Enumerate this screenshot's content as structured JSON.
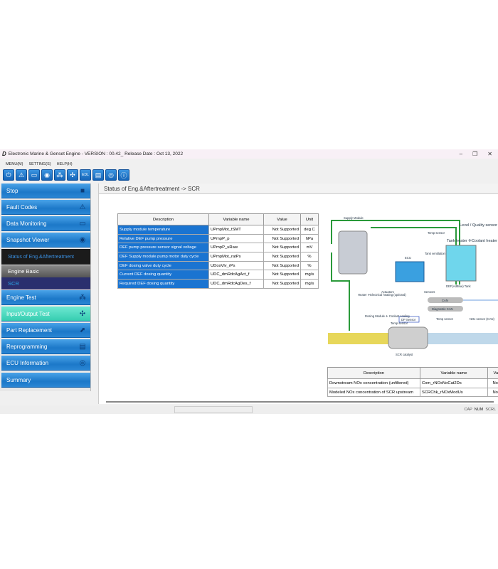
{
  "window": {
    "title": "Electronic Marine & Genset Engine - VERSION : 00.42_ Release Date : Oct 13, 2022",
    "logo": "D",
    "minimize": "–",
    "restore": "❐",
    "close": "✕"
  },
  "menu": [
    "MENU(M)",
    "SETTING(S)",
    "HELP(H)"
  ],
  "toolbar": [
    {
      "icon": "power-icon",
      "g": "⏻"
    },
    {
      "icon": "warning-icon",
      "g": "⚠"
    },
    {
      "icon": "monitor-icon",
      "g": "▭"
    },
    {
      "icon": "camera-icon",
      "g": "◉"
    },
    {
      "icon": "engine-test-icon",
      "g": "⁂"
    },
    {
      "icon": "io-test-icon",
      "g": "✣"
    },
    {
      "icon": "edl-icon",
      "g": "EDL"
    },
    {
      "icon": "file-icon",
      "g": "▤"
    },
    {
      "icon": "ecu-icon",
      "g": "◎"
    },
    {
      "icon": "info-icon",
      "g": "ⓘ"
    }
  ],
  "sidebar": {
    "stop": "Stop",
    "fault_codes": "Fault Codes",
    "data_monitoring": "Data Monitoring",
    "snapshot_viewer": "Snapshot Viewer",
    "status_group": "Status of Eng.&Aftertreatment",
    "engine_basic": "Engine Basic",
    "scr": "SCR",
    "engine_test": "Engine Test",
    "io_test": "Input/Output Test",
    "part_replacement": "Part Replacement",
    "reprogramming": "Reprogramming",
    "ecu_information": "ECU Information",
    "summary": "Summary"
  },
  "content": {
    "header": "Status of Eng.&Aftertreatment -> SCR"
  },
  "table1": {
    "headers": [
      "Description",
      "Variable name",
      "Value",
      "Unit"
    ],
    "rows": [
      [
        "Supply module temperature",
        "UPmpMot_tSMT",
        "Not Supported",
        "deg C"
      ],
      [
        "Relative DEF pump pressure",
        "UPmpP_p",
        "Not Supported",
        "hPa"
      ],
      [
        "DEF pump pressure sensor signal voltage",
        "UPmpP_uRaw",
        "Not Supported",
        "mV"
      ],
      [
        "DEF Supply module pump motor duty cycle",
        "UPmpMot_ratPs",
        "Not Supported",
        "%"
      ],
      [
        "DEF dosing valve duty cycle",
        "UDosVlv_rPs",
        "Not Supported",
        "%"
      ],
      [
        "Current DEF dosing quantity",
        "UDC_dmRdcAgAct_f",
        "Not Supported",
        "mg/s"
      ],
      [
        "Required DEF dosing quantity",
        "UDC_dmRdcAgDes_f",
        "Not Supported",
        "mg/s"
      ]
    ]
  },
  "table2": {
    "headers": [
      "Description",
      "Variable name",
      "Val"
    ],
    "rows": [
      [
        "Downstream NOx concentration (unfiltered)",
        "Com_rNOxNoCat2Ds",
        "Not S"
      ],
      [
        "Modeled NOx concentration of SCR upstream",
        "SCRChk_rNOxModUs",
        "Not S"
      ]
    ]
  },
  "diagram": {
    "supply_module": "Supply Module",
    "ecu": "ECU",
    "tank": "DEF(AdBlue) Tank",
    "level": "Level / Quality sensor",
    "temp_sensor": "Temp sensor",
    "tank_heater": "Tank heater ✢Coolant heater",
    "tank_vent": "Tank ventilation",
    "actuators": "Actuators",
    "sensors": "Sensors",
    "can": "CAN",
    "diag_can": "Diagnostic CAN",
    "heater": "Heater ✢Electrical heating (optional)",
    "dosing": "Dosing Module ✢ Coolant cooling",
    "dp": "DP Sensor",
    "temp1": "Temp sensor",
    "temp2": "Temp sensor",
    "nox": "NOx sensor (CAN)",
    "scr_cat": "SCR catalyst"
  },
  "status": {
    "keys": [
      "CAP",
      "NUM",
      "SCRL"
    ]
  },
  "colors": {
    "sidebar_blue": "#1c78c8",
    "selected_row": "#1a74d1",
    "io_teal": "#3fd6b8"
  }
}
